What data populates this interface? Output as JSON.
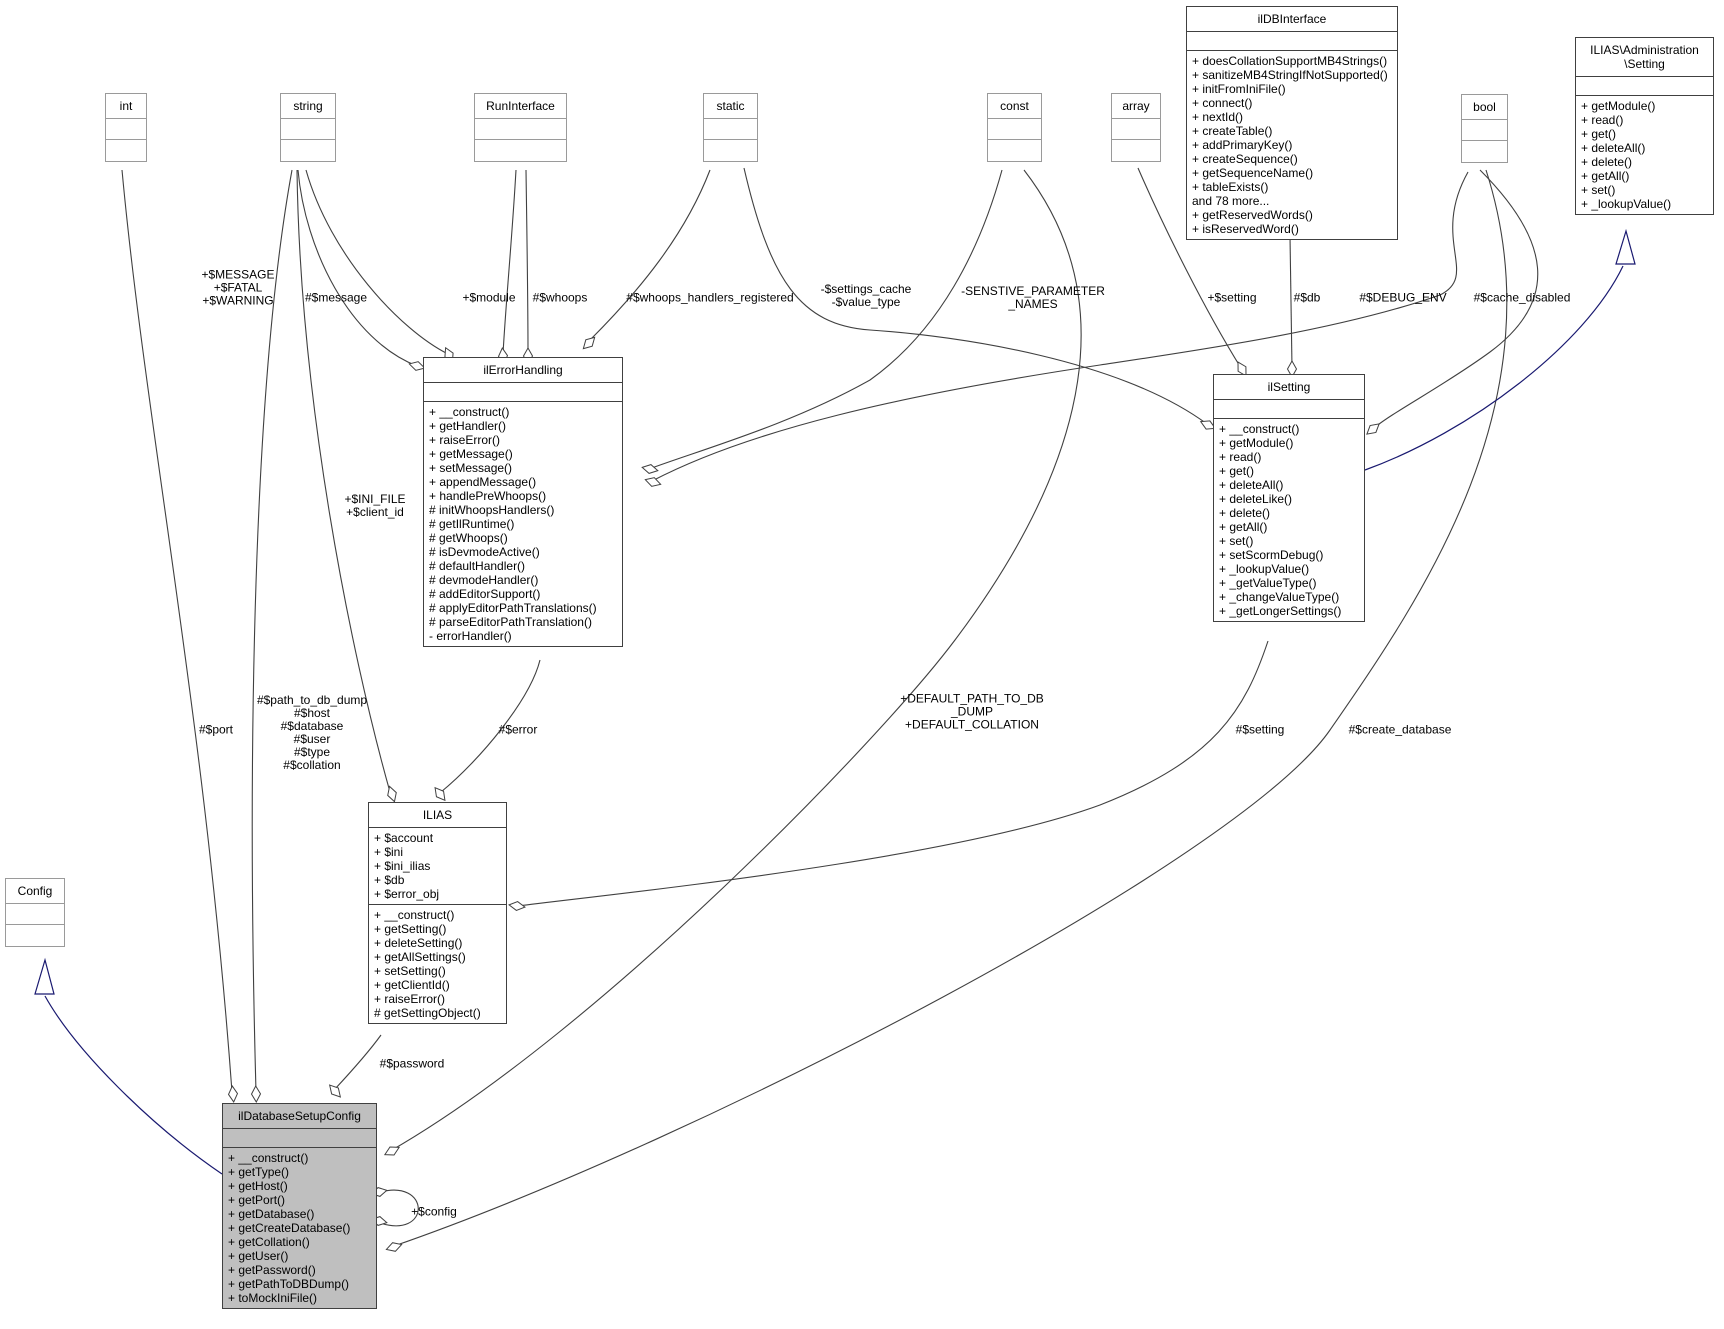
{
  "diagram": {
    "classes": [
      {
        "id": "int",
        "title": "int",
        "attributes": [],
        "methods": []
      },
      {
        "id": "string",
        "title": "string",
        "attributes": [],
        "methods": []
      },
      {
        "id": "RunInterface",
        "title": "RunInterface",
        "attributes": [],
        "methods": []
      },
      {
        "id": "static",
        "title": "static",
        "attributes": [],
        "methods": []
      },
      {
        "id": "const",
        "title": "const",
        "attributes": [],
        "methods": []
      },
      {
        "id": "array",
        "title": "array",
        "attributes": [],
        "methods": []
      },
      {
        "id": "bool",
        "title": "bool",
        "attributes": [],
        "methods": []
      },
      {
        "id": "ilDBInterface",
        "title": "ilDBInterface",
        "attributes": [],
        "methods": [
          "+ doesCollationSupportMB4Strings()",
          "+ sanitizeMB4StringIfNotSupported()",
          "+ initFromIniFile()",
          "+ connect()",
          "+ nextId()",
          "+ createTable()",
          "+ addPrimaryKey()",
          "+ createSequence()",
          "+ getSequenceName()",
          "+ tableExists()",
          "and 78 more...",
          "+ getReservedWords()",
          "+ isReservedWord()"
        ]
      },
      {
        "id": "ILIAS-Administration-Setting",
        "title": "ILIAS\\Administration\n\\Setting",
        "attributes": [],
        "methods": [
          "+ getModule()",
          "+ read()",
          "+ get()",
          "+ deleteAll()",
          "+ delete()",
          "+ getAll()",
          "+ set()",
          "+ _lookupValue()"
        ]
      },
      {
        "id": "ilErrorHandling",
        "title": "ilErrorHandling",
        "attributes": [],
        "methods": [
          "+ __construct()",
          "+ getHandler()",
          "+ raiseError()",
          "+ getMessage()",
          "+ setMessage()",
          "+ appendMessage()",
          "+ handlePreWhoops()",
          "# initWhoopsHandlers()",
          "# getIlRuntime()",
          "# getWhoops()",
          "# isDevmodeActive()",
          "# defaultHandler()",
          "# devmodeHandler()",
          "# addEditorSupport()",
          "# applyEditorPathTranslations()",
          "# parseEditorPathTranslation()",
          "- errorHandler()"
        ]
      },
      {
        "id": "ilSetting",
        "title": "ilSetting",
        "attributes": [],
        "methods": [
          "+ __construct()",
          "+ getModule()",
          "+ read()",
          "+ get()",
          "+ deleteAll()",
          "+ deleteLike()",
          "+ delete()",
          "+ getAll()",
          "+ set()",
          "+ setScormDebug()",
          "+ _lookupValue()",
          "+ _getValueType()",
          "+ _changeValueType()",
          "+ _getLongerSettings()"
        ]
      },
      {
        "id": "ILIAS",
        "title": "ILIAS",
        "attributes": [
          "+ $account",
          "+ $ini",
          "+ $ini_ilias",
          "+ $db",
          "+ $error_obj"
        ],
        "methods": [
          "+ __construct()",
          "+ getSetting()",
          "+ deleteSetting()",
          "+ getAllSettings()",
          "+ setSetting()",
          "+ getClientId()",
          "+ raiseError()",
          "# getSettingObject()"
        ]
      },
      {
        "id": "Config",
        "title": "Config",
        "attributes": [],
        "methods": []
      },
      {
        "id": "ilDatabaseSetupConfig",
        "title": "ilDatabaseSetupConfig",
        "attributes": [],
        "methods": [
          "+ __construct()",
          "+ getType()",
          "+ getHost()",
          "+ getPort()",
          "+ getDatabase()",
          "+ getCreateDatabase()",
          "+ getCollation()",
          "+ getUser()",
          "+ getPassword()",
          "+ getPathToDBDump()",
          "+ toMockIniFile()"
        ]
      }
    ],
    "labels": [
      "+$MESSAGE\n+$FATAL\n+$WARNING",
      "#$message",
      "+$module",
      "#$whoops",
      "#$whoops_handlers_registered",
      "-$settings_cache\n-$value_type",
      "-SENSTIVE_PARAMETER\n_NAMES",
      "+$setting",
      "#$db",
      "#$DEBUG_ENV",
      "#$cache_disabled",
      "+$INI_FILE\n+$client_id",
      "#$path_to_db_dump\n#$host\n#$database\n#$user\n#$type\n#$collation",
      "#$port",
      "#$error",
      "+DEFAULT_PATH_TO_DB\n_DUMP\n+DEFAULT_COLLATION",
      "#$setting",
      "#$create_database",
      "#$password",
      "+$config"
    ],
    "colors": {
      "edge": "#404040",
      "generalization": "#191970",
      "focus_fill": "#bfbfbf"
    }
  }
}
